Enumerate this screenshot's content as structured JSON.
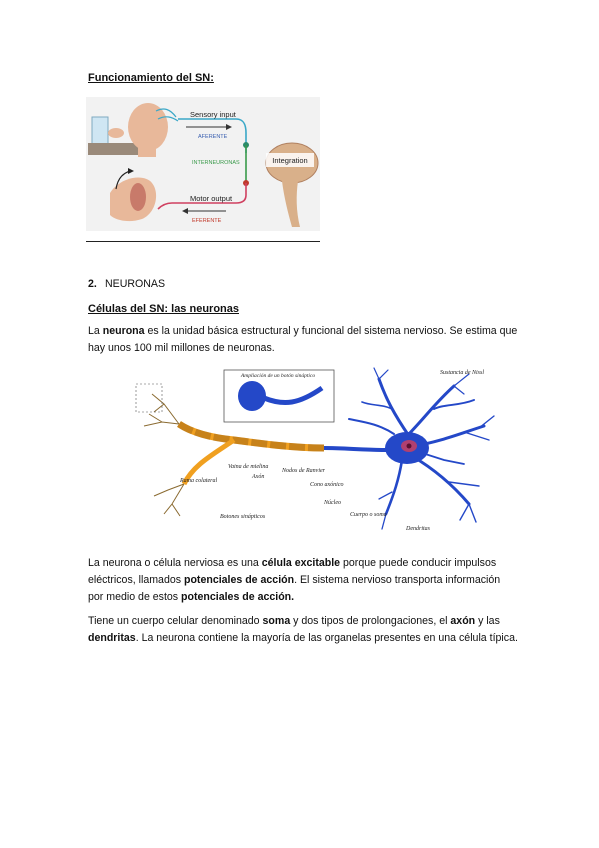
{
  "section1": {
    "title": "Funcionamiento del SN:"
  },
  "figure1": {
    "sensory_input": "Sensory input",
    "aferente": "AFERENTE",
    "interneuronas": "INTERNEURONAS",
    "integration": "Integration",
    "motor_output": "Motor output",
    "eferente": "EFERENTE"
  },
  "section2": {
    "number": "2.",
    "title": "NEURONAS",
    "subtitle": "Células del SN: las neuronas"
  },
  "para1": {
    "t1": "La ",
    "b1": "neurona",
    "t2": " es la unidad básica estructural y funcional del sistema nervioso. Se estima que hay unos 100 mil millones de neuronas."
  },
  "figure2": {
    "ampliacion": "Ampliación de un botón sináptico",
    "sustancia": "Sustancia de Nissl",
    "vaina": "Vaina de mielina",
    "axon": "Axón",
    "nodos": "Nodos de Ranvier",
    "cono": "Cono axónico",
    "nucleo": "Núcleo",
    "cuerpo": "Cuerpo o soma",
    "dendritas": "Dendritas",
    "rama": "Rama colateral",
    "botones": "Botones sinápticos"
  },
  "para2": {
    "t1": "La neurona o célula nerviosa es una ",
    "b1": "célula excitable",
    "t2": " porque puede conducir impulsos eléctricos, llamados ",
    "b2": "potenciales de acción",
    "t3": ".  El sistema nervioso transporta información por medio de estos ",
    "b3": "potenciales de acción.",
    "t4": ""
  },
  "para3": {
    "t1": "Tiene un cuerpo celular denominado ",
    "b1": "soma",
    "t2": " y dos tipos de prolongaciones, el ",
    "b2": "axón",
    "t3": " y las ",
    "b3": "dendritas",
    "t4": ".  La neurona contiene la mayoría de las organelas presentes en una célula típica."
  },
  "colors": {
    "aferente_blue": "#3a5fb0",
    "interneuronas_green": "#3a9a4a",
    "eferente_red": "#c0392b",
    "neuron_blue": "#2448c8",
    "myelin_orange": "#f0a020"
  }
}
